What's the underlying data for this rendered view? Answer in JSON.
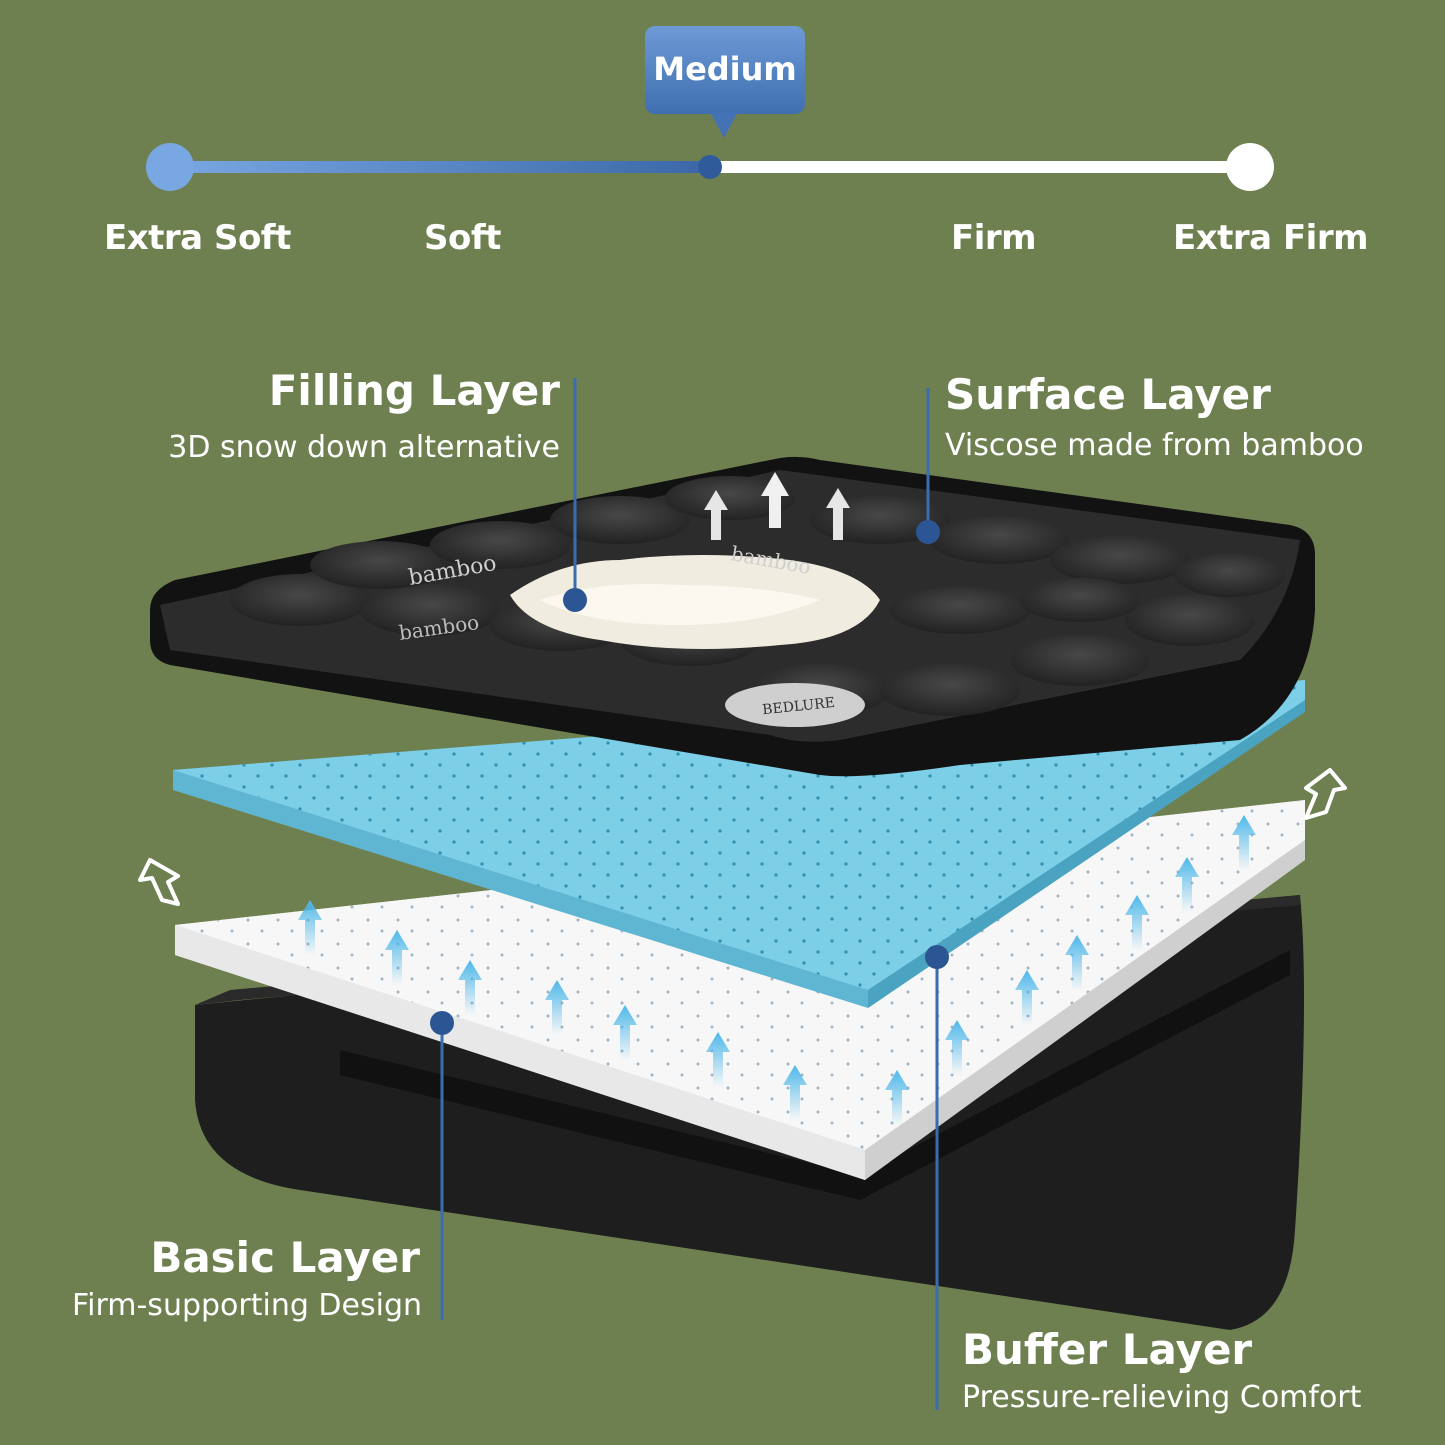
{
  "firmness": {
    "selected": "Medium",
    "level": 0.5,
    "options": [
      "Extra Soft",
      "Soft",
      "Firm",
      "Extra Firm"
    ]
  },
  "layers": {
    "filling": {
      "title": "Filling Layer",
      "description": "3D snow down alternative"
    },
    "surface": {
      "title": "Surface Layer",
      "description": "Viscose made from bamboo"
    },
    "basic": {
      "title": "Basic Layer",
      "description": "Firm-supporting Design"
    },
    "buffer": {
      "title": "Buffer Layer",
      "description": "Pressure-relieving Comfort"
    }
  },
  "brand": {
    "logo_text": "BEDLURE"
  },
  "print_text": "bamboo",
  "colors": {
    "background": "#6f8050",
    "accent_blue": "#4572b4",
    "gel_foam": "#6fc3dc",
    "topper": "#2a2a2a",
    "base": "#1e1e1e"
  }
}
